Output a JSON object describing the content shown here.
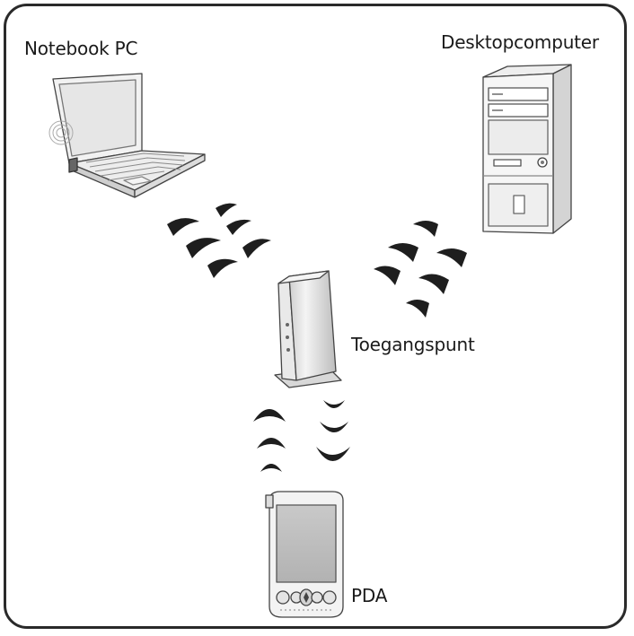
{
  "labels": {
    "notebook": "Notebook PC",
    "desktop": "Desktopcomputer",
    "access_point": "Toegangspunt",
    "pda": "PDA"
  },
  "icons": {
    "notebook": "laptop-icon",
    "desktop": "desktop-tower-icon",
    "access_point": "access-point-icon",
    "pda": "pda-icon",
    "signal": "wireless-signal-icon"
  }
}
